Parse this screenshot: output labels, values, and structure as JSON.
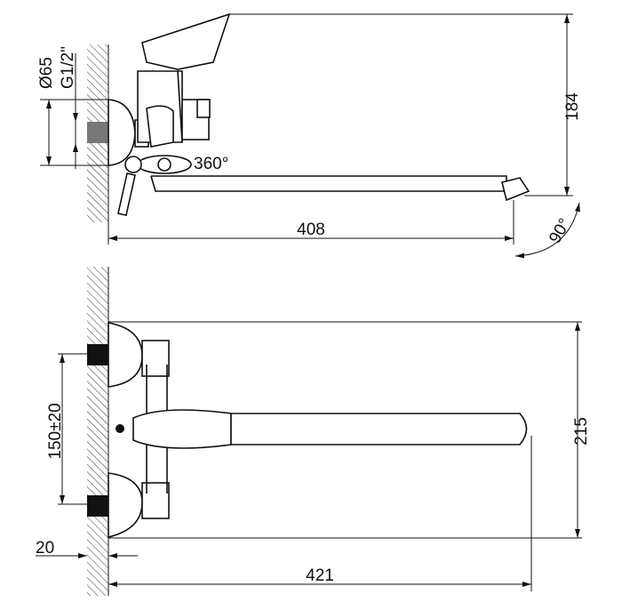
{
  "top_view": {
    "dim_height": "184",
    "dim_rotation": "360°",
    "dim_length": "408",
    "dim_angle": "90°",
    "dim_diameter": "Ø65",
    "dim_thread": "G1/2\""
  },
  "front_view": {
    "dim_spacing": "150±20",
    "dim_height": "215",
    "dim_wall_offset": "20",
    "dim_length": "421"
  }
}
